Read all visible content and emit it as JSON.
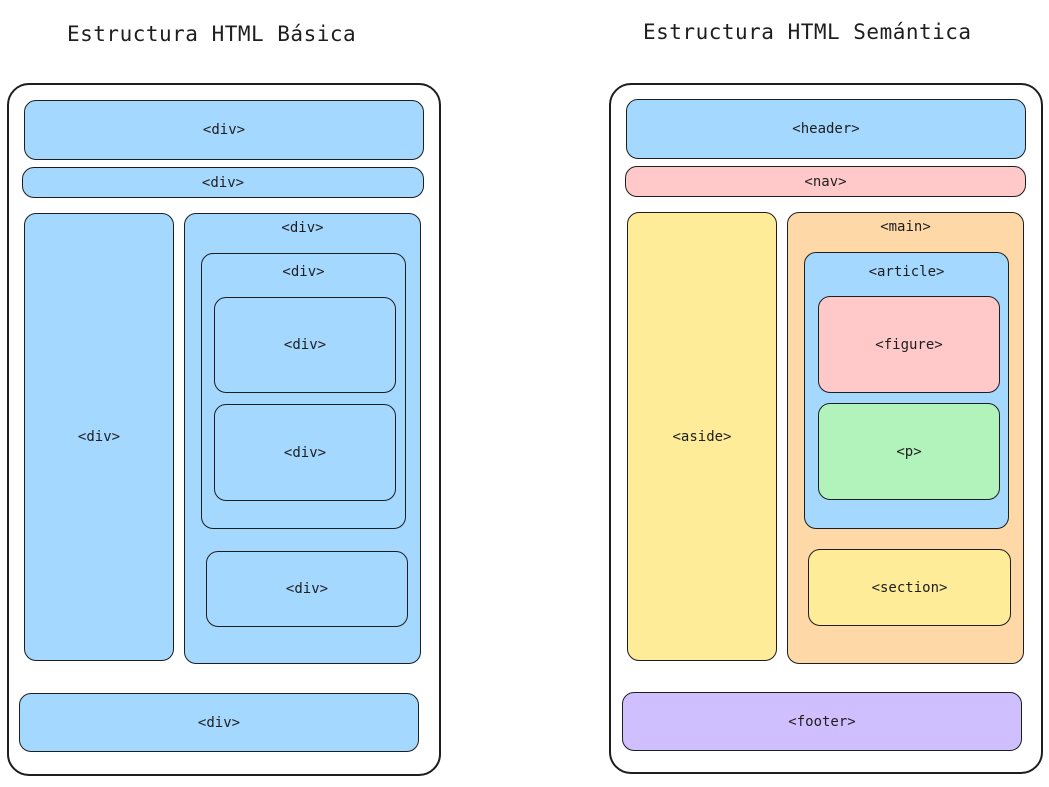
{
  "left": {
    "title": "Estructura HTML Básica",
    "header": "<div>",
    "nav": "<div>",
    "aside": "<div>",
    "main": "<div>",
    "article": "<div>",
    "figure": "<div>",
    "p": "<div>",
    "section": "<div>",
    "footer": "<div>"
  },
  "right": {
    "title": "Estructura HTML Semántica",
    "header": "<header>",
    "nav": "<nav>",
    "aside": "<aside>",
    "main": "<main>",
    "article": "<article>",
    "figure": "<figure>",
    "p": "<p>",
    "section": "<section>",
    "footer": "<footer>"
  },
  "colors": {
    "blue": "#a5d8ff",
    "pink": "#ffc9c9",
    "yellow": "#ffec99",
    "orange": "#ffd8a8",
    "green": "#b2f2bb",
    "purple": "#d0bfff",
    "stroke": "#1e1e1e"
  }
}
